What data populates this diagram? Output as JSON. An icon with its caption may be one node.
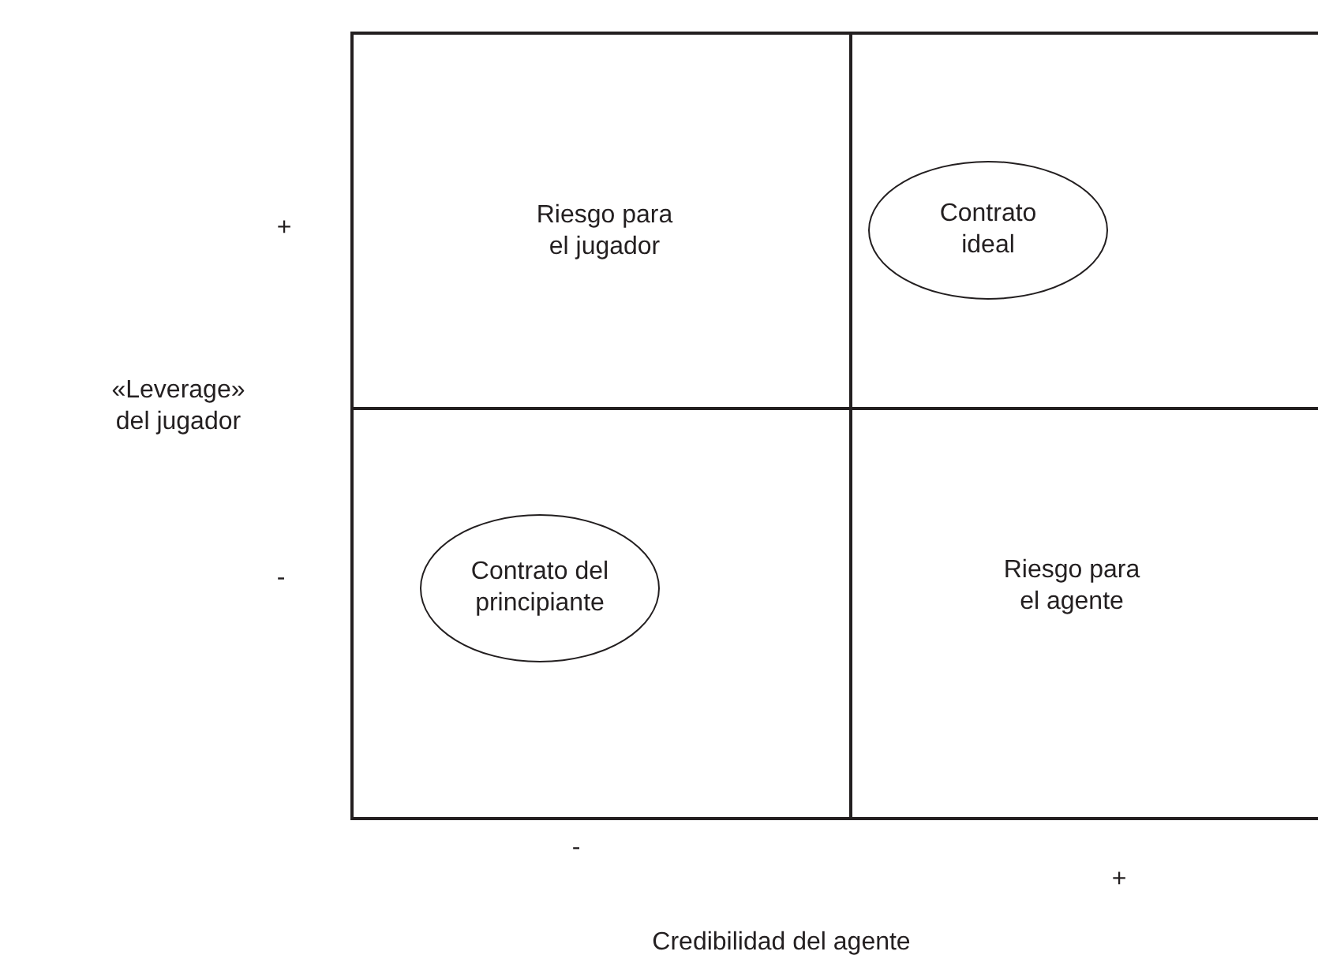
{
  "diagram": {
    "nodes": [
      {
        "text": [
          "Riesgo para el jugador"
        ]
      },
      {
        "text": [],
        "shape": "box"
      },
      {
        "text": [
          "Contrato ideal"
        ],
        "in": 1
      },
      {
        "text": [],
        "shape": "box"
      },
      {
        "text": [
          "Contrato del principiante"
        ],
        "in": 3
      },
      {
        "text": [
          "Riesgo para el agente"
        ]
      }
    ],
    "labels": [
      "+",
      "«Leverage» del jugador",
      "-",
      "-",
      "+",
      "Credibilidad del agente"
    ]
  }
}
